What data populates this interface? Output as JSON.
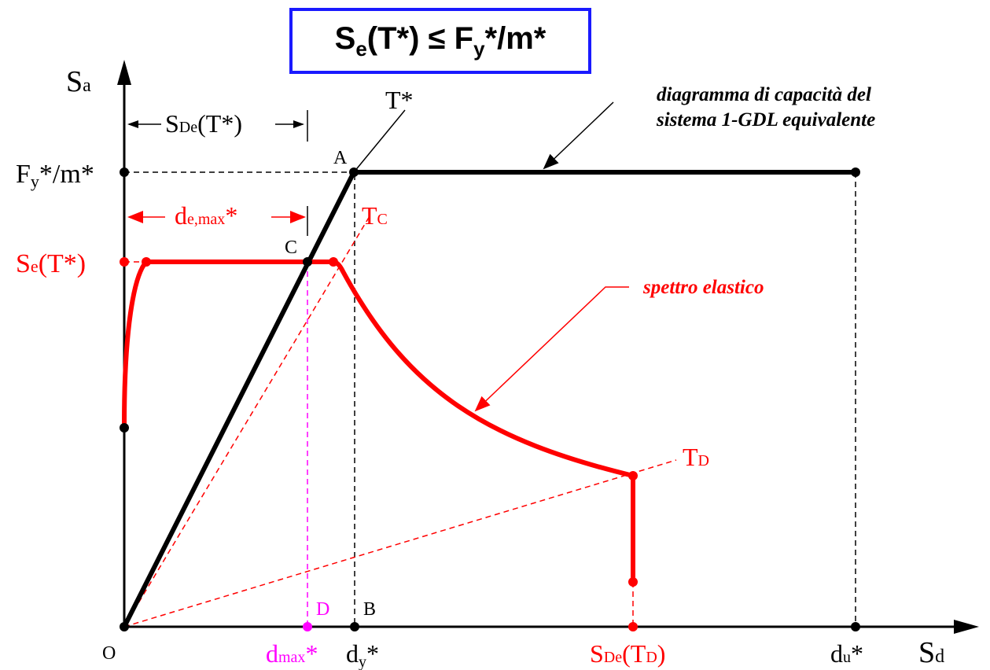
{
  "title": {
    "s": "S",
    "s_sub": "e",
    "mid": "(T*) ≤ F",
    "f_sub": "y",
    "end": "*/m*"
  },
  "axes": {
    "y_main": "S",
    "y_sub": "a",
    "x_main": "S",
    "x_sub": "d",
    "origin": "O"
  },
  "y_labels": {
    "fy_main": "F",
    "fy_sub": "y",
    "fy_end": "*/m*",
    "se_main": "S",
    "se_sub": "e",
    "se_end": "(T*)"
  },
  "x_labels": {
    "dmax_main": "d",
    "dmax_sub": "max",
    "dmax_end": "*",
    "dy_main": "d",
    "dy_sub": "y",
    "dy_end": "*",
    "sde_main": "S",
    "sde_sub": "De",
    "sde_end": "(T",
    "sde_sub2": "D",
    "sde_end2": ")",
    "du_main": "d",
    "du_sub": "u",
    "du_end": "*"
  },
  "points": {
    "A": "A",
    "B": "B",
    "C": "C",
    "D": "D"
  },
  "lines": {
    "tstar": "T*",
    "tc_main": "T",
    "tc_sub": "C",
    "td_main": "T",
    "td_sub": "D"
  },
  "dims": {
    "sde_main": "S",
    "sde_sub": "De",
    "sde_end": "(T*)",
    "demax_main": "d",
    "demax_sub": "e,max",
    "demax_end": "*"
  },
  "notes": {
    "capacity_line1": "diagramma di capacità del",
    "capacity_line2": "sistema 1-GDL equivalente",
    "spectrum": "spettro elastico"
  },
  "colors": {
    "black": "#000000",
    "red": "#ff0000",
    "magenta": "#ff00ff",
    "blue": "#1a1aff"
  }
}
